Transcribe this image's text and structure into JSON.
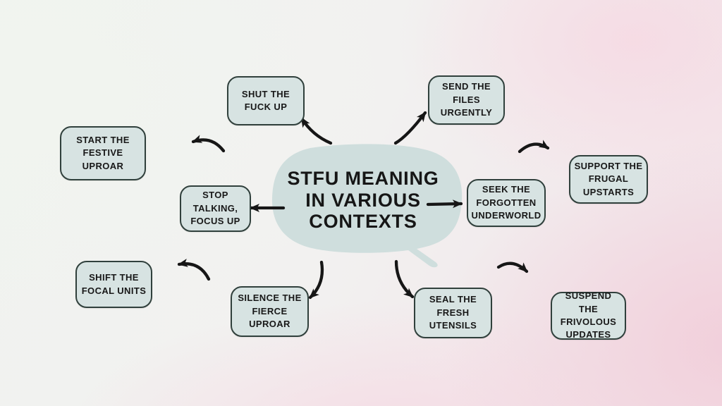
{
  "diagram": {
    "center_label": "STFU MEANING\nIN VARIOUS\nCONTEXTS",
    "nodes": [
      {
        "id": "shut-the-fuck-up",
        "label": "SHUT THE\nFUCK UP"
      },
      {
        "id": "send-the-files-urgently",
        "label": "SEND THE\nFILES\nURGENTLY"
      },
      {
        "id": "start-the-festive-uproar",
        "label": "START THE\nFESTIVE\nUPROAR"
      },
      {
        "id": "stop-talking-focus-up",
        "label": "STOP\nTALKING,\nFOCUS UP"
      },
      {
        "id": "seek-the-forgotten-underworld",
        "label": "SEEK THE\nFORGOTTEN\nUNDERWORLD"
      },
      {
        "id": "support-the-frugal-upstarts",
        "label": "SUPPORT THE\nFRUGAL\nUPSTARTS"
      },
      {
        "id": "shift-the-focal-units",
        "label": "SHIFT THE\nFOCAL UNITS"
      },
      {
        "id": "silence-the-fierce-uproar",
        "label": "SILENCE THE\nFIERCE\nUPROAR"
      },
      {
        "id": "seal-the-fresh-utensils",
        "label": "SEAL THE\nFRESH\nUTENSILS"
      },
      {
        "id": "suspend-the-frivolous-updates",
        "label": "SUSPEND THE\nFRIVOLOUS\nUPDATES"
      }
    ],
    "colors": {
      "node_fill": "#d7e3e2",
      "node_border": "#30403c",
      "bubble_fill": "#cfdedd",
      "arrow": "#161616",
      "bg_light": "#f1f4f0",
      "bg_pink": "#f2d4dd"
    }
  }
}
